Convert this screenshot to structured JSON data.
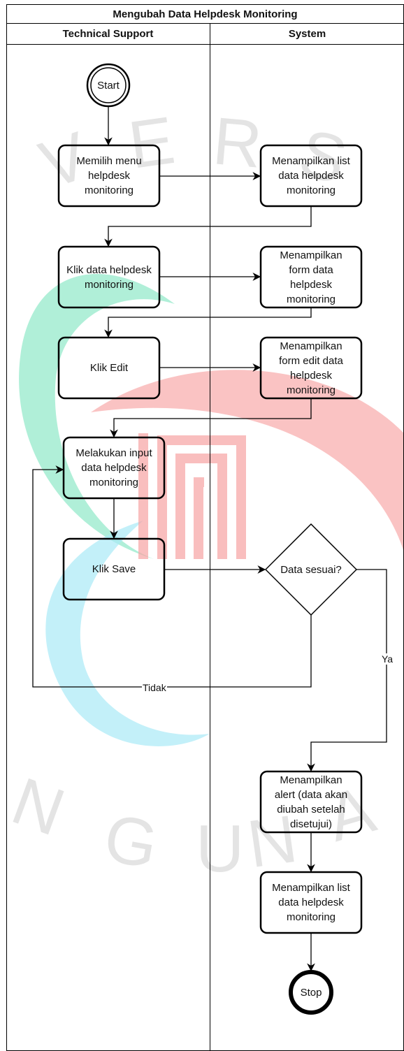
{
  "title": "Mengubah Data Helpdesk Monitoring",
  "lanes": {
    "left": "Technical Support",
    "right": "System"
  },
  "nodes": {
    "start": "Start",
    "memilih_menu": "Memilih menu\nhelpdesk\nmonitoring",
    "tampil_list_1": "Menampilkan list\ndata helpdesk\nmonitoring",
    "klik_data": "Klik data helpdesk\nmonitoring",
    "tampil_form": "Menampilkan\nform data\nhelpdesk\nmonitoring",
    "klik_edit": "Klik Edit",
    "tampil_form_edit": "Menampilkan\nform edit data\nhelpdesk\nmonitoring",
    "input_data": "Melakukan input\ndata helpdesk\nmonitoring",
    "klik_save": "Klik Save",
    "decision": "Data sesuai?",
    "tampil_alert": "Menampilkan\nalert (data akan\ndiubah setelah\ndisetujui)",
    "tampil_list_2": "Menampilkan list\ndata helpdesk\nmonitoring",
    "stop": "Stop"
  },
  "edge_labels": {
    "yes": "Ya",
    "no": "Tidak"
  },
  "watermark": {
    "letters_top": [
      "V",
      "E",
      "R",
      "S"
    ],
    "letters_bottom": [
      "N",
      "G",
      "U",
      "N",
      "A"
    ],
    "colors": {
      "teal": "#8fe8c8",
      "cyan": "#a9e9f7",
      "red": "#f7a3a3"
    }
  }
}
